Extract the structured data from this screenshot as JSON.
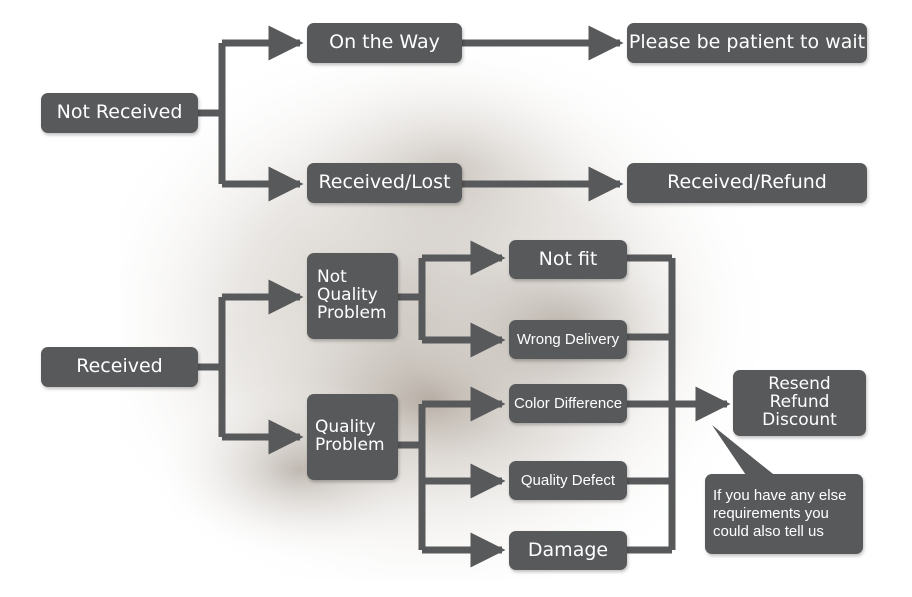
{
  "nodes": {
    "not_received": "Not Received",
    "on_the_way": "On the Way",
    "please_wait": "Please be patient to wait",
    "received_lost": "Received/Lost",
    "received_refund": "Received/Refund",
    "received": "Received",
    "not_quality_problem": "Not\nQuality\nProblem",
    "quality_problem": "Quality\nProblem",
    "not_fit": "Not fit",
    "wrong_delivery": "Wrong Delivery",
    "color_difference": "Color Difference",
    "quality_defect": "Quality Defect",
    "damage": "Damage",
    "resolution": "Resend\nRefund\nDiscount",
    "callout": "If you have any else\nrequirements you\ncould also tell us"
  },
  "colors": {
    "node_fill": "#58595b",
    "connector": "#58595b",
    "node_text": "#ffffff"
  },
  "background": "handshake-photo"
}
